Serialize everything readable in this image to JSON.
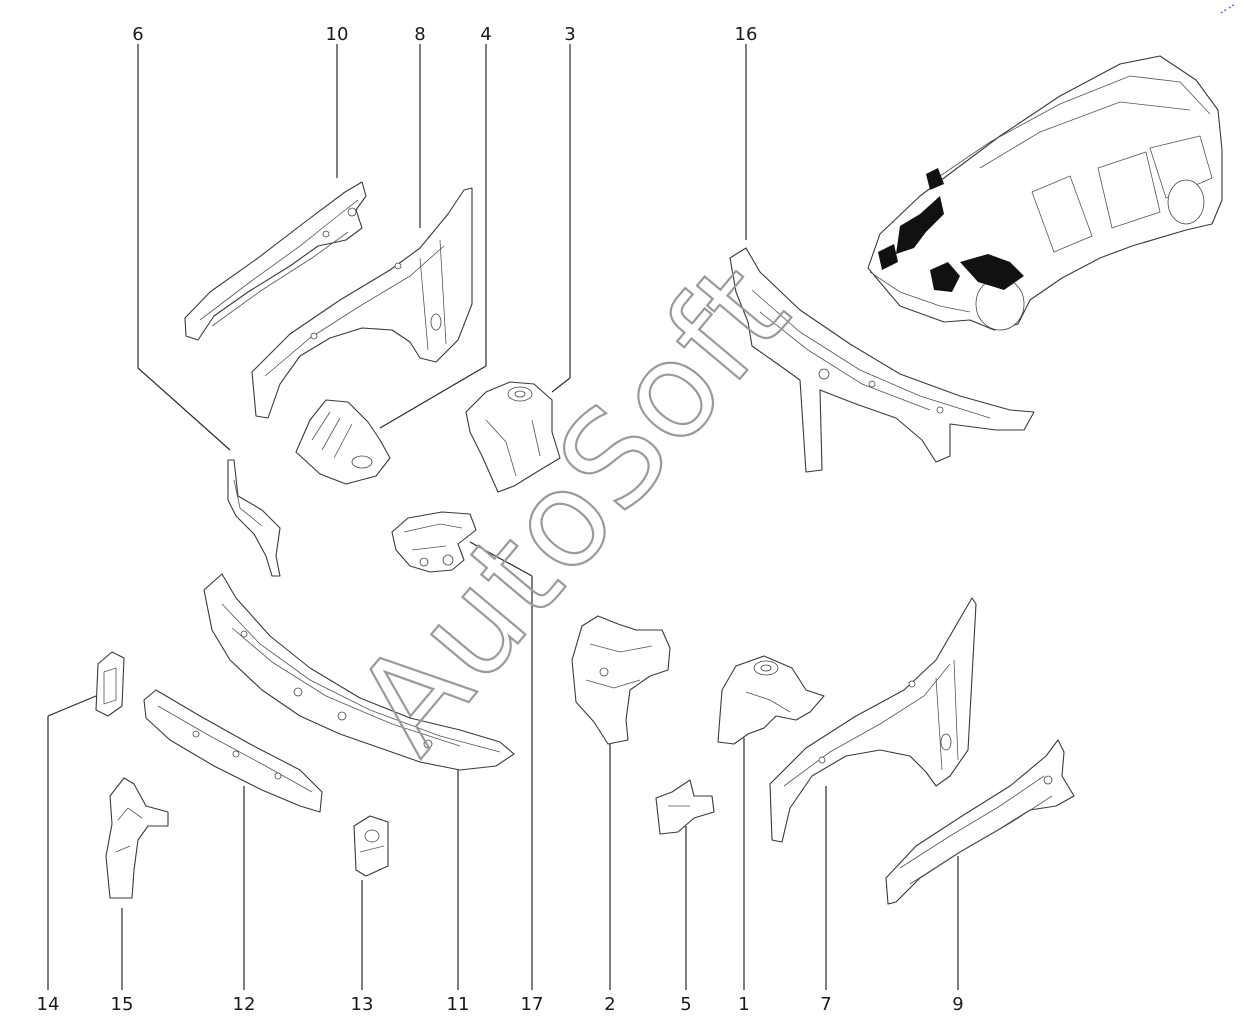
{
  "diagram": {
    "callouts": [
      {
        "id": "c1",
        "text": "1"
      },
      {
        "id": "c2",
        "text": "2"
      },
      {
        "id": "c3",
        "text": "3"
      },
      {
        "id": "c4",
        "text": "4"
      },
      {
        "id": "c5",
        "text": "5"
      },
      {
        "id": "c6",
        "text": "6"
      },
      {
        "id": "c7",
        "text": "7"
      },
      {
        "id": "c8",
        "text": "8"
      },
      {
        "id": "c9",
        "text": "9"
      },
      {
        "id": "c10",
        "text": "10"
      },
      {
        "id": "c11",
        "text": "11"
      },
      {
        "id": "c12",
        "text": "12"
      },
      {
        "id": "c13",
        "text": "13"
      },
      {
        "id": "c14",
        "text": "14"
      },
      {
        "id": "c15",
        "text": "15"
      },
      {
        "id": "c16",
        "text": "16"
      },
      {
        "id": "c17",
        "text": "17"
      }
    ]
  },
  "watermark": {
    "text": "AutoSoft"
  }
}
